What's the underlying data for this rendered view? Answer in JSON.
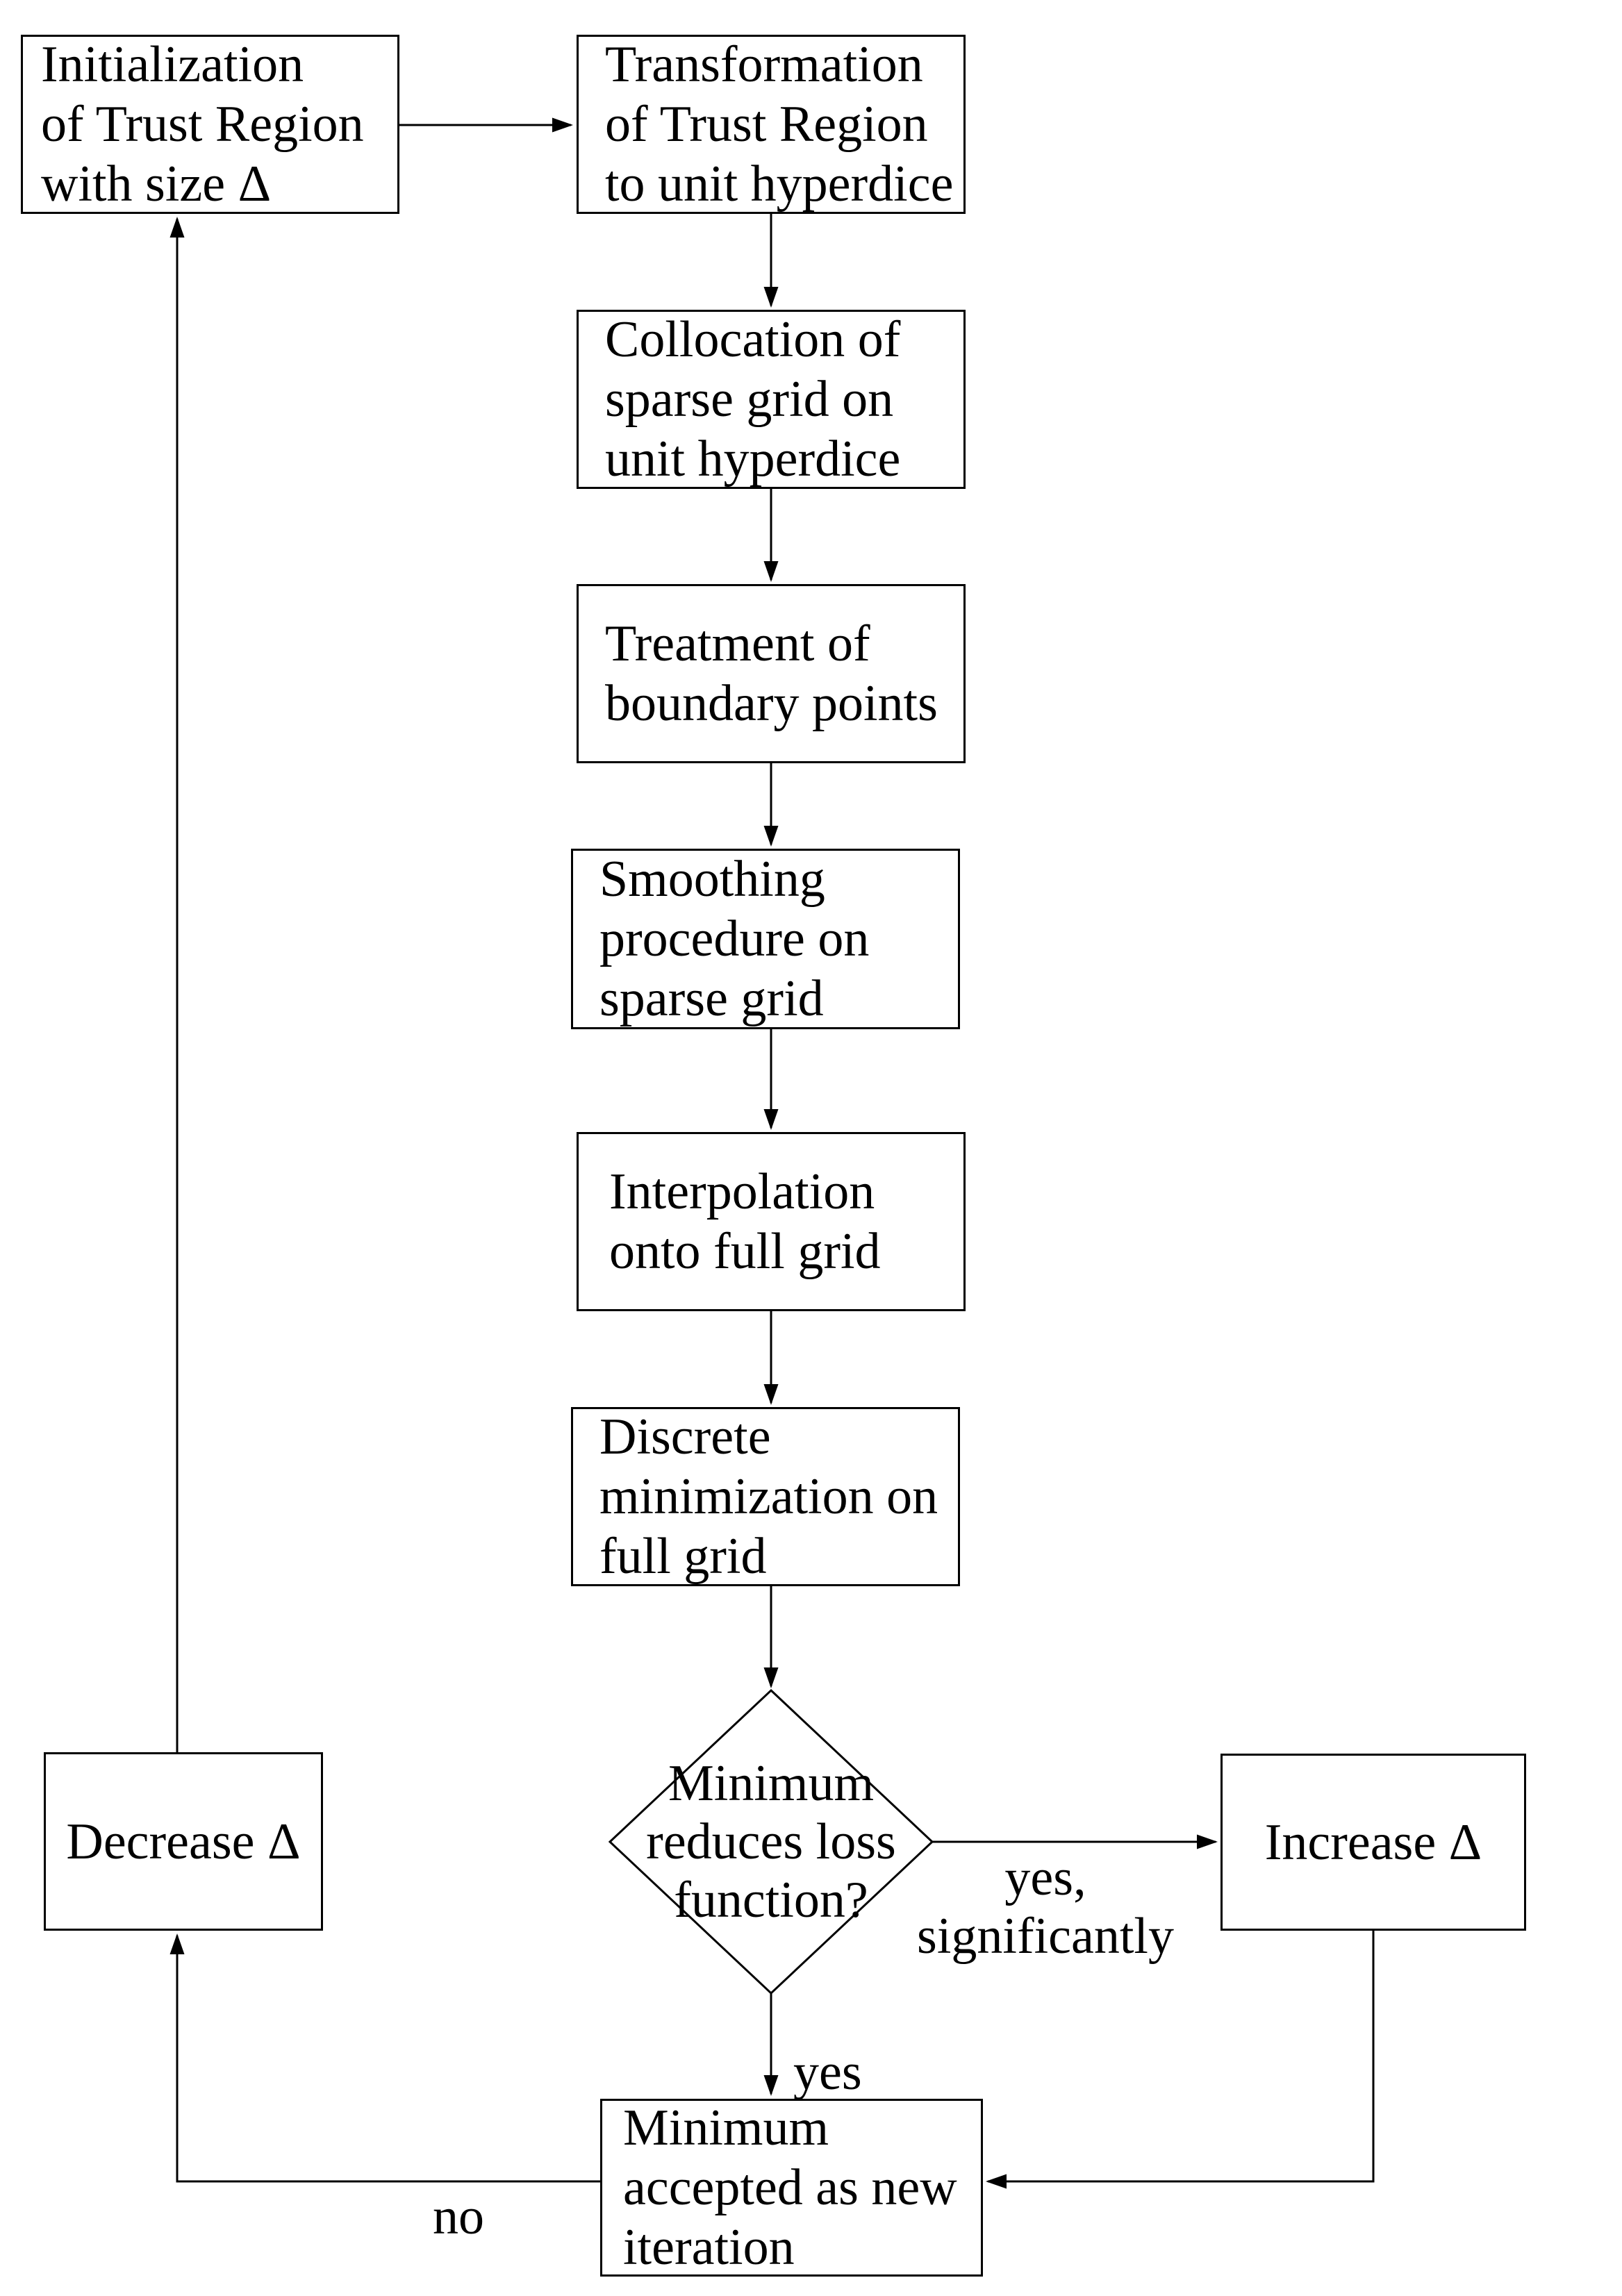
{
  "diagram": {
    "type": "flowchart",
    "colors": {
      "background": "#ffffff",
      "line": "#000000",
      "text": "#000000"
    },
    "nodes": {
      "init": {
        "shape": "rect",
        "lines": [
          "Initialization",
          "of Trust Region",
          "with size Δ"
        ]
      },
      "transform": {
        "shape": "rect",
        "lines": [
          "Transformation",
          "of Trust Region",
          "to unit hyperdice"
        ]
      },
      "colloc": {
        "shape": "rect",
        "lines": [
          "Collocation of",
          "sparse grid on",
          "unit hyperdice"
        ]
      },
      "boundary": {
        "shape": "rect",
        "lines": [
          "Treatment of",
          "boundary points"
        ]
      },
      "smooth": {
        "shape": "rect",
        "lines": [
          "Smoothing",
          "procedure on",
          "sparse grid"
        ]
      },
      "interp": {
        "shape": "rect",
        "lines": [
          "Interpolation",
          "onto full grid"
        ]
      },
      "discrete": {
        "shape": "rect",
        "lines": [
          "Discrete",
          "minimization on",
          "full grid"
        ]
      },
      "decision": {
        "shape": "diamond",
        "lines": [
          "Minimum",
          "reduces loss",
          "function?"
        ]
      },
      "increase": {
        "shape": "rect",
        "lines": [
          "Increase Δ"
        ]
      },
      "decrease": {
        "shape": "rect",
        "lines": [
          "Decrease Δ"
        ]
      },
      "accepted": {
        "shape": "rect",
        "lines": [
          "Minimum",
          "accepted as new",
          "iteration"
        ]
      }
    },
    "edge_labels": {
      "yes": "yes",
      "no": "no",
      "yes_significantly": [
        "yes,",
        "significantly"
      ]
    }
  }
}
